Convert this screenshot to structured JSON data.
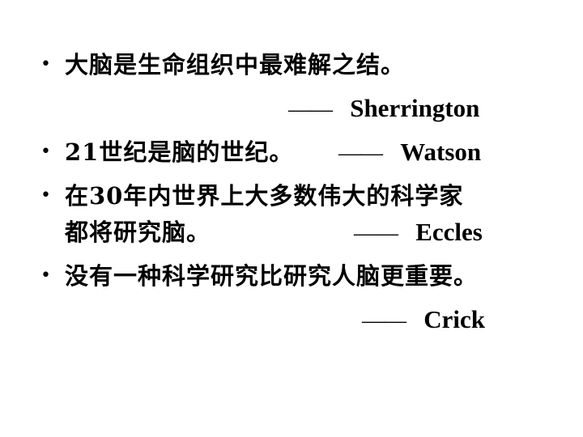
{
  "bullet_glyph": "•",
  "quotes": [
    {
      "lines": [
        "大脑是生命组织中最难解之结。"
      ],
      "dash": "——",
      "author": "Sherrington"
    },
    {
      "lines": [
        "21世纪是脑的世纪。"
      ],
      "dash": "——",
      "author": "Watson"
    },
    {
      "lines": [
        "在30年内世界上大多数伟大的科学家",
        "都将研究脑。"
      ],
      "dash": "——",
      "author": "Eccles"
    },
    {
      "lines": [
        "没有一种科学研究比研究人脑更重要。"
      ],
      "dash": "——",
      "author": "Crick"
    }
  ]
}
